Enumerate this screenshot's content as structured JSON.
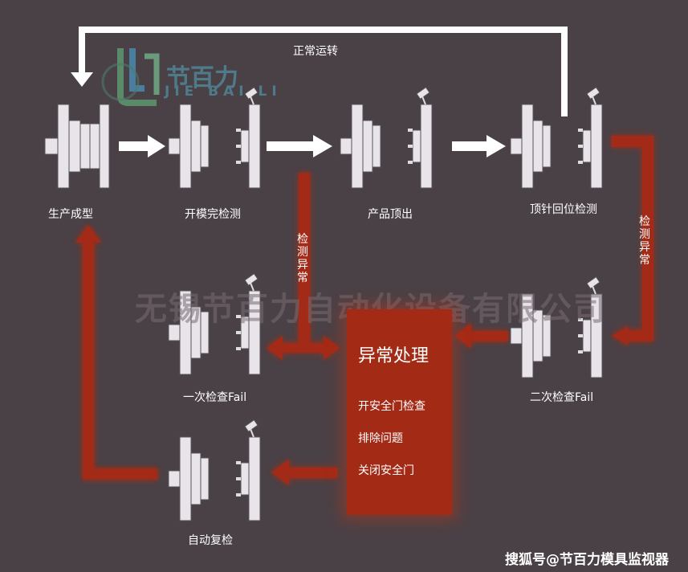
{
  "logo": {
    "cn": "节百力",
    "en": "JIE BAI LI"
  },
  "watermark": "无锡节百力自动化设备有限公司",
  "top_loop_label": "正常运转",
  "stages": {
    "molding": "生产成型",
    "open_check": "开模完检测",
    "eject": "产品顶出",
    "pin_return": "顶针回位检测",
    "first_fail": "一次检查Fail",
    "second_fail": "二次检查Fail",
    "auto_recheck": "自动复检"
  },
  "side_labels": {
    "anomaly_left": "检测异常",
    "anomaly_right": "检测异常"
  },
  "handler": {
    "title": "异常处理",
    "steps": [
      "开安全门检查",
      "排除问题",
      "关闭安全门"
    ]
  },
  "footer": "搜狐号@节百力模具监视器",
  "colors": {
    "background": "#4a4146",
    "accent_red": "#a32a15",
    "arrow_white": "#ffffff",
    "mold_fill": "#e8e4ea"
  }
}
